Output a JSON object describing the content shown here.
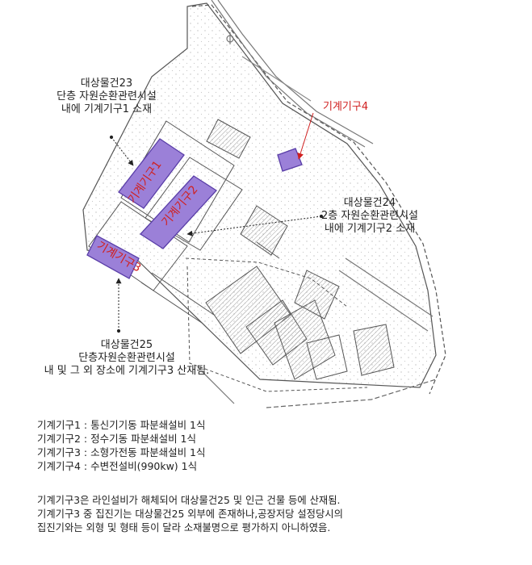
{
  "callouts": {
    "bldg23": [
      "대상물건23",
      "단층 자원순환관련시설",
      "내에 기계기구1 소재"
    ],
    "machine4": "기계기구4",
    "bldg24": [
      "대상물건24",
      "2층 자원순환관련시설",
      "내에 기계기구2 소재"
    ],
    "bldg25": [
      "대상물건25",
      "단층자원순환관련시설",
      "내 및 그 외 장소에 기계기구3 산재됨."
    ]
  },
  "area_labels": {
    "m1": "기계기구1",
    "m2": "기계기구2",
    "m3": "기계기구3"
  },
  "equipment_list": [
    "기계기구1 : 통신기기동 파분쇄설비 1식",
    "기계기구2 : 정수기동 파분쇄설비 1식",
    "기계기구3 : 소형가전동 파분쇄설비 1식",
    "기계기구4 : 수변전설비(990kw) 1식"
  ],
  "notes": [
    "기계기구3은 라인설비가 해체되어 대상물건25 및 인근 건물 등에 산재됨.",
    "기계기구3 중 집진기는 대상물건25 외부에 존재하나,공장저당 설정당시의",
    "집진기와는 외형 및 형태 등이 달라 소재불명으로 평가하지 아니하였음."
  ],
  "colors": {
    "highlight_fill": "#9b80d8",
    "highlight_stroke": "#5a3ea8",
    "label_red": "#d02020",
    "drawing_line": "#555555"
  }
}
